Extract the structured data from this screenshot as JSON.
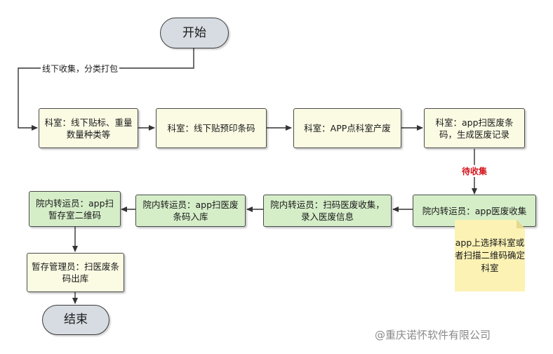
{
  "nodes": {
    "start": "开始",
    "n1": "科室：线下贴标、重量数量种类等",
    "n2": "科室：线下贴预印条码",
    "n3": "科室：APP点科室产废",
    "n4": "科室：app扫医废条码，生成医废记录",
    "n5": "院内转运员：app医废收集",
    "n6": "院内转运员：扫码医废收集，录入医废信息",
    "n7": "院内转运员：app扫医废条码入库",
    "n8": "院内转运员：app扫暂存室二维码",
    "n9": "暂存管理员：扫医废条码出库",
    "end": "结束"
  },
  "edge_labels": {
    "start_to_n1": "线下收集，分类打包",
    "n4_to_n5": "待收集"
  },
  "note": "app上选择科室或者扫描二维码确定科室",
  "watermark": "@重庆诺怀软件有限公司",
  "colors": {
    "step_fill": "#fbfbe4",
    "transporter_fill": "#d5eec8",
    "terminal_fill": "#d6dce2",
    "note_fill": "#fbf2b4",
    "status_text": "#d4141c"
  }
}
